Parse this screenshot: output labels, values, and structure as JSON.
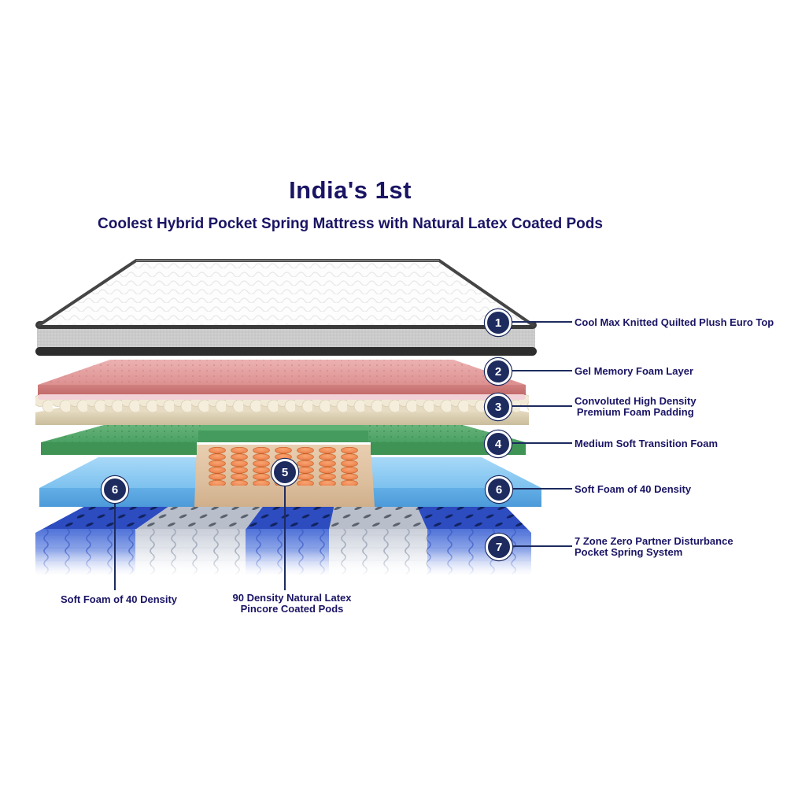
{
  "header": {
    "title": "India's 1st",
    "subtitle": "Coolest Hybrid Pocket Spring Mattress with Natural Latex Coated Pods"
  },
  "callouts": [
    {
      "num": "1",
      "label": "Cool Max Knitted Quilted Plush Euro Top"
    },
    {
      "num": "2",
      "label": "Gel Memory Foam Layer"
    },
    {
      "num": "3",
      "label": "Convoluted High Density\nPremium Foam Padding"
    },
    {
      "num": "4",
      "label": "Medium Soft Transition Foam"
    },
    {
      "num": "5",
      "label": "90 Density Natural Latex\nPincore Coated Pods"
    },
    {
      "num": "6",
      "label": "Soft Foam of 40 Density"
    },
    {
      "num": "6",
      "label": "Soft Foam of 40 Density"
    },
    {
      "num": "7",
      "label": "7 Zone Zero Partner Disturbance\nPocket Spring System"
    }
  ],
  "colors": {
    "text_navy": "#1a1464",
    "badge_navy": "#1d2b5f",
    "euro_top_white": "#fdfdfd",
    "side_band_gray": "#cacaca",
    "piping_black": "#303030",
    "gel_foam_pink": "#e29c9c",
    "convoluted_cream": "#f0e8d4",
    "transition_green": "#4aa263",
    "latex_pod_orange": "#ee8450",
    "pod_panel_beige": "#ddc0a0",
    "soft_foam_blue": "#7cc0ee",
    "spring_blue": "#3b5ccc",
    "spring_white": "#e6e8ee"
  }
}
